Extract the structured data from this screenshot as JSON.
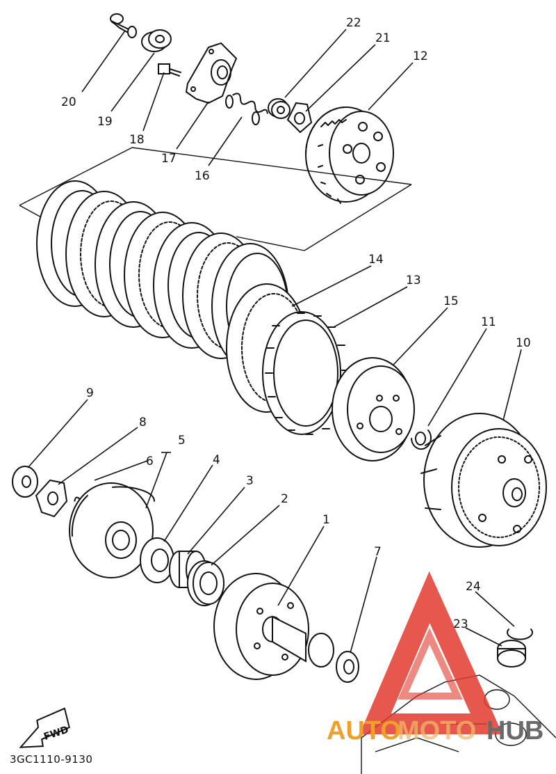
{
  "diagram": {
    "part_code": "3GC1110-9130",
    "fwd_label": "FWD",
    "callouts": [
      "1",
      "2",
      "3",
      "4",
      "5",
      "6",
      "7",
      "8",
      "9",
      "10",
      "11",
      "12",
      "13",
      "14",
      "15",
      "16",
      "17",
      "18",
      "19",
      "20",
      "21",
      "22",
      "23",
      "24"
    ]
  },
  "watermark": {
    "part1": "AUTO",
    "part2": "MOTO",
    "part3": "HUB",
    "colors": {
      "triangle": "#e23a2e",
      "auto": "#f0a02a",
      "hub": "#6a6a6a"
    }
  }
}
